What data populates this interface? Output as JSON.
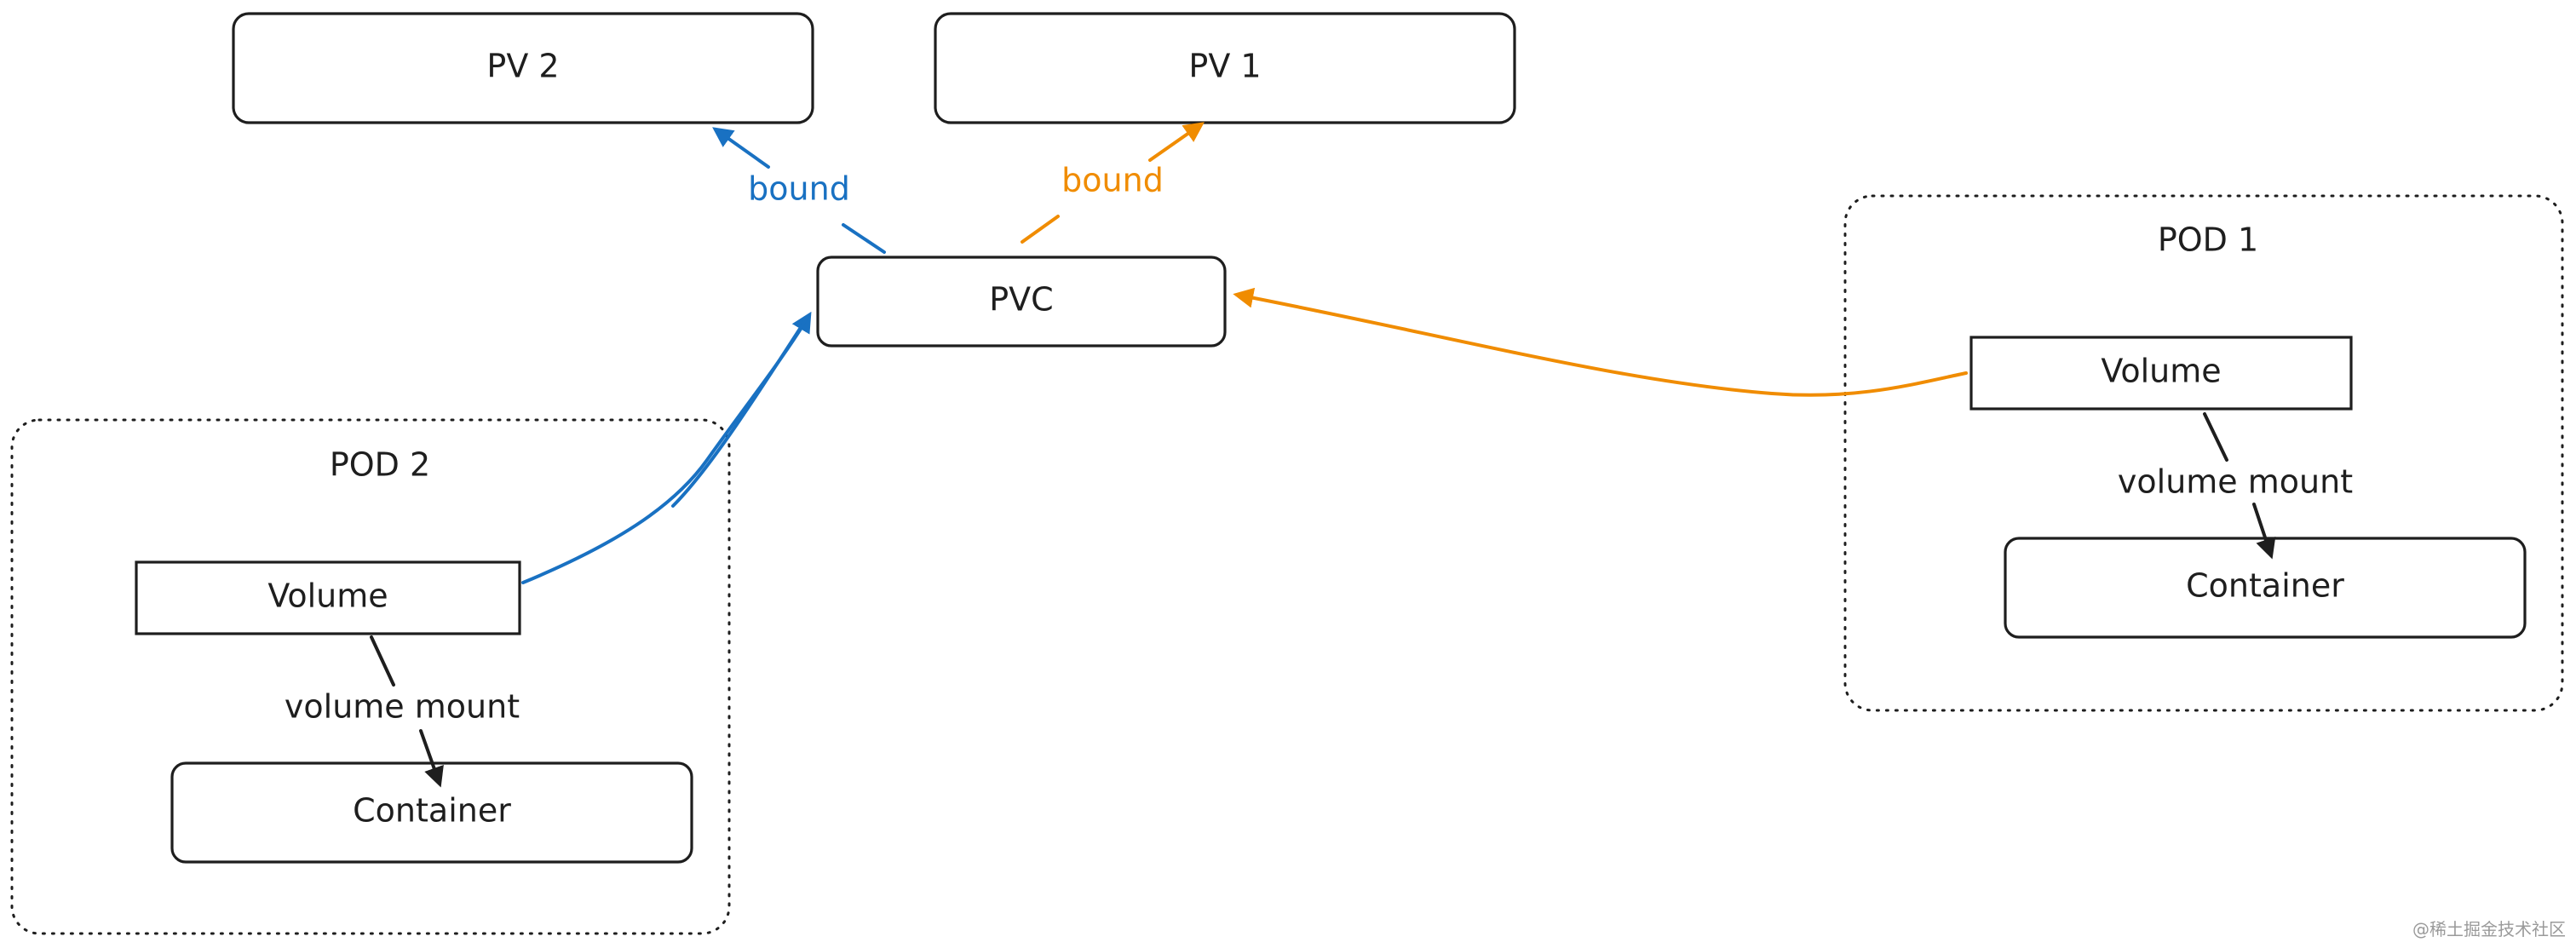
{
  "colors": {
    "ink": "#1e1e1e",
    "blue": "#1971c2",
    "orange": "#f08c00",
    "watermark": "#9a9a9a"
  },
  "nodes": {
    "pv2": "PV 2",
    "pv1": "PV 1",
    "pvc": "PVC",
    "pod1": {
      "title": "POD 1",
      "volume": "Volume",
      "container": "Container",
      "mount_label": "volume mount"
    },
    "pod2": {
      "title": "POD 2",
      "volume": "Volume",
      "container": "Container",
      "mount_label": "volume mount"
    }
  },
  "edges": {
    "pvc_to_pv2": "bound",
    "pvc_to_pv1": "bound"
  },
  "watermark": "@稀土掘金技术社区"
}
